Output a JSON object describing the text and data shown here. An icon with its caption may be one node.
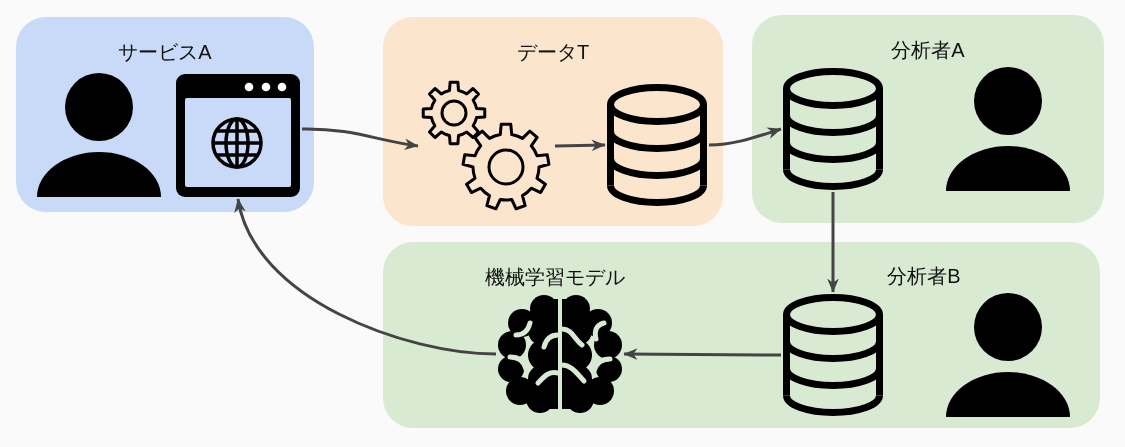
{
  "diagram": {
    "nodes": [
      {
        "text": [
          "サービスA"
        ]
      },
      {
        "text": [],
        "shape": "person",
        "in": 0
      },
      {
        "text": [],
        "shape": "picture",
        "in": 0
      },
      {
        "text": [
          "データT"
        ]
      },
      {
        "text": [],
        "shape": "picture",
        "in": 3
      },
      {
        "text": [],
        "shape": "cylinder",
        "in": 3
      },
      {
        "text": [
          "分析者A"
        ]
      },
      {
        "text": [],
        "shape": "cylinder",
        "in": 6
      },
      {
        "text": [],
        "shape": "person",
        "in": 6
      },
      {
        "text": [
          "分析者B"
        ]
      },
      {
        "text": [
          "機械学習モデル"
        ],
        "in": 9
      },
      {
        "text": [],
        "shape": "cylinder",
        "in": 9
      },
      {
        "text": [],
        "shape": "person",
        "in": 9
      }
    ],
    "edges": [
      {
        "from": 2,
        "to": 4,
        "arrow": "to"
      },
      {
        "from": 4,
        "to": 5,
        "arrow": "to"
      },
      {
        "from": 5,
        "to": 7,
        "arrow": "to"
      },
      {
        "from": 7,
        "to": 11,
        "arrow": "to"
      },
      {
        "from": 11,
        "to": 10,
        "arrow": "to"
      },
      {
        "from": 10,
        "to": 2,
        "arrow": "to"
      }
    ]
  }
}
